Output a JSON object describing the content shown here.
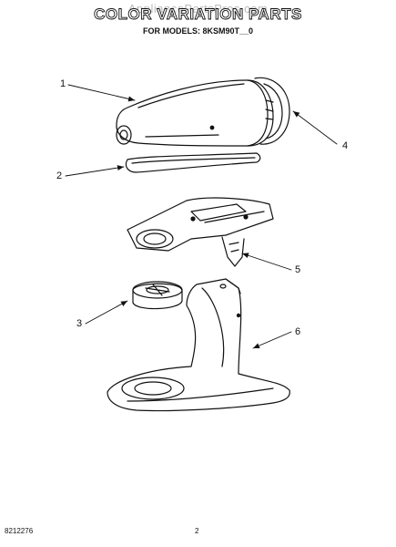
{
  "watermark": "AppliancePartsPros.com",
  "title": "COLOR VARIATION PARTS",
  "subtitle": "FOR MODELS: 8KSM90T__0",
  "callouts": [
    "1",
    "2",
    "3",
    "4",
    "5",
    "6"
  ],
  "footer": {
    "doc_number": "8212276",
    "page_number": "2"
  }
}
